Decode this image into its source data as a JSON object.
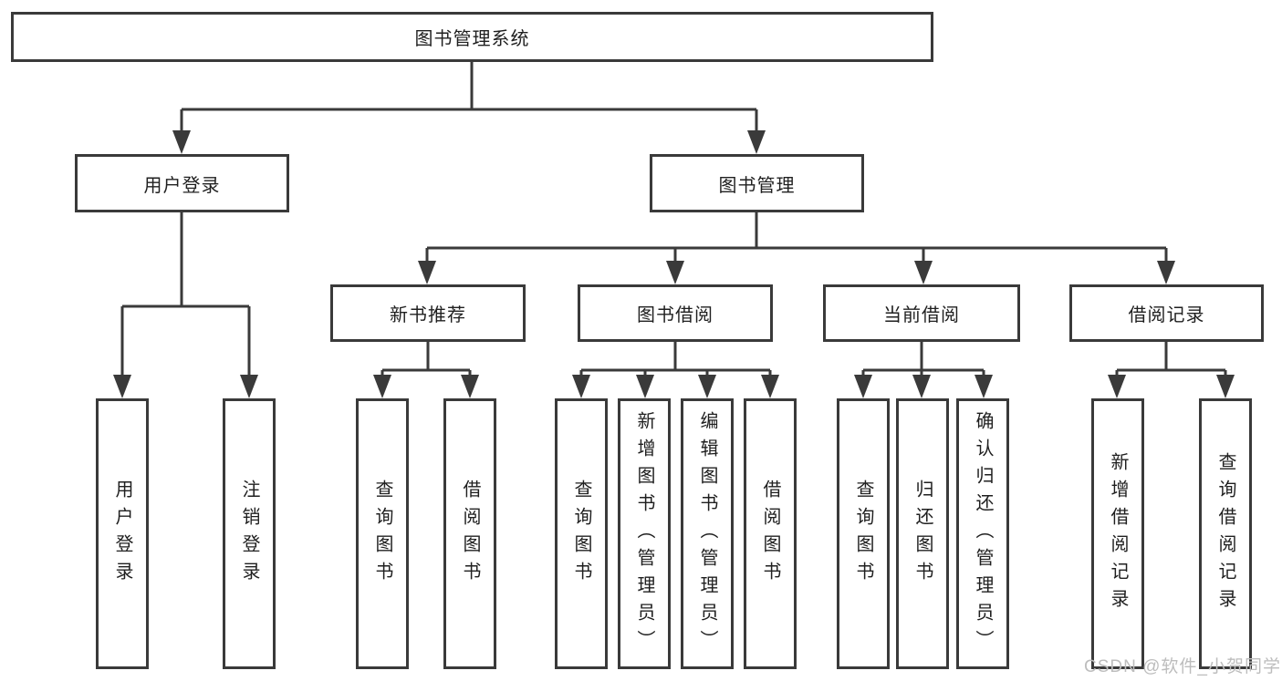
{
  "tree": {
    "root": {
      "label": "图书管理系统"
    },
    "branches": [
      {
        "label": "用户登录",
        "children": [
          {
            "label": "用户登录"
          },
          {
            "label": "注销登录"
          }
        ]
      },
      {
        "label": "图书管理",
        "children": [
          {
            "label": "新书推荐",
            "children": [
              {
                "label": "查询图书"
              },
              {
                "label": "借阅图书"
              }
            ]
          },
          {
            "label": "图书借阅",
            "children": [
              {
                "label": "查询图书"
              },
              {
                "label": "新增图书（管理员）"
              },
              {
                "label": "编辑图书（管理员）"
              },
              {
                "label": "借阅图书"
              }
            ]
          },
          {
            "label": "当前借阅",
            "children": [
              {
                "label": "查询图书"
              },
              {
                "label": "归还图书"
              },
              {
                "label": "确认归还（管理员）"
              }
            ]
          },
          {
            "label": "借阅记录",
            "children": [
              {
                "label": "新增借阅记录"
              },
              {
                "label": "查询借阅记录"
              }
            ]
          }
        ]
      }
    ]
  },
  "watermark": {
    "text": "CSDN @软件_小贺同学"
  },
  "colors": {
    "line": "#3a3a3a",
    "text": "#1f1f1f",
    "watermark": "#bdbdbd",
    "background": "#ffffff"
  }
}
